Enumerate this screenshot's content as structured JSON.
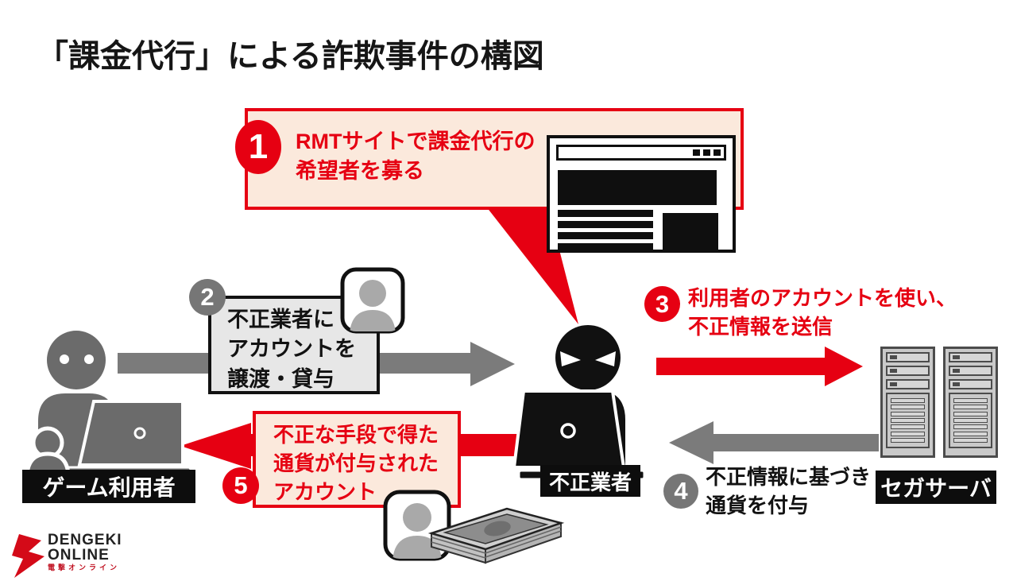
{
  "title": "「課金代行」による詐欺事件の構図",
  "steps": {
    "s1": {
      "num": "1",
      "lines": [
        "RMTサイトで課金代行の",
        "希望者を募る"
      ]
    },
    "s2": {
      "num": "2",
      "lines": [
        "不正業者に",
        "アカウントを",
        "譲渡・貸与"
      ]
    },
    "s3": {
      "num": "3",
      "lines": [
        "利用者のアカウントを使い、",
        "不正情報を送信"
      ]
    },
    "s4": {
      "num": "4",
      "lines": [
        "不正情報に基づき",
        "通貨を付与"
      ]
    },
    "s5": {
      "num": "5",
      "lines": [
        "不正な手段で得た",
        "通貨が付与された",
        "アカウント"
      ]
    }
  },
  "labels": {
    "game_user": "ゲーム利用者",
    "fraudster": "不正業者",
    "server": "セガサーバ"
  },
  "logo": {
    "name1": "DENGEKI",
    "name2": "ONLINE",
    "sub": "電撃オンライン"
  },
  "icons": {
    "browser": "browser-window-icon",
    "game_user": "person-at-laptop-icon",
    "fraudster": "hacker-at-laptop-icon",
    "server": "server-towers-icon",
    "avatar": "user-avatar-icon",
    "money": "money-stack-icon",
    "logo_bolt": "lightning-bolt-icon"
  },
  "colors": {
    "red": "#e60012",
    "pink": "#fbe9dc",
    "gray": "#767676",
    "light_gray": "#e7e7e7",
    "ink": "#121212"
  }
}
